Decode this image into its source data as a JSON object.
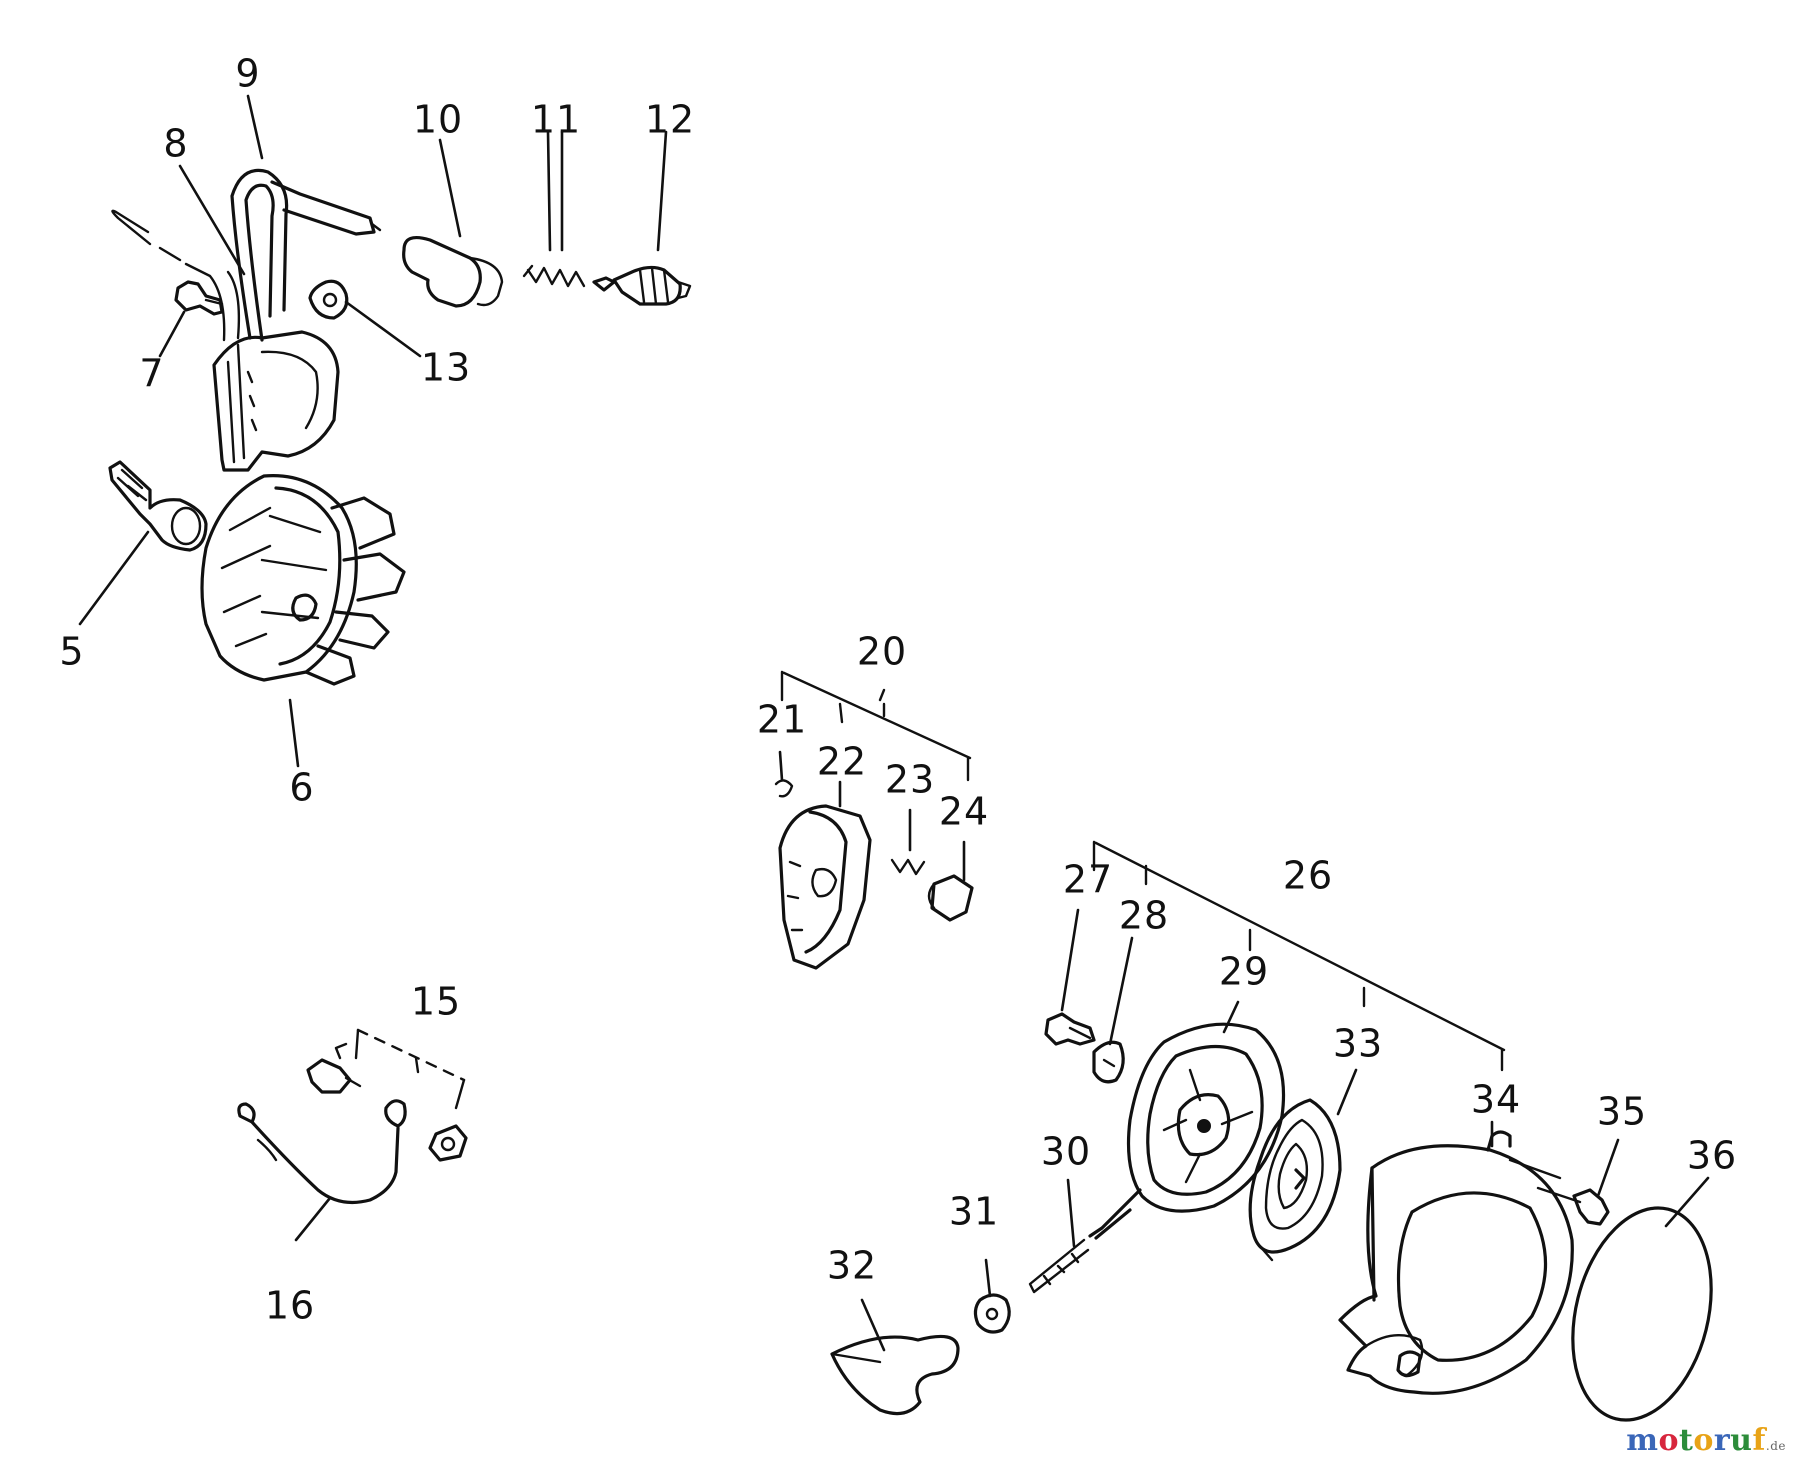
{
  "parts": [
    {
      "id": "p5",
      "number": "5"
    },
    {
      "id": "p6",
      "number": "6"
    },
    {
      "id": "p7",
      "number": "7"
    },
    {
      "id": "p8",
      "number": "8"
    },
    {
      "id": "p9",
      "number": "9"
    },
    {
      "id": "p10",
      "number": "10"
    },
    {
      "id": "p11",
      "number": "11"
    },
    {
      "id": "p12",
      "number": "12"
    },
    {
      "id": "p13",
      "number": "13"
    },
    {
      "id": "p15",
      "number": "15"
    },
    {
      "id": "p16",
      "number": "16"
    },
    {
      "id": "p20",
      "number": "20"
    },
    {
      "id": "p21",
      "number": "21"
    },
    {
      "id": "p22",
      "number": "22"
    },
    {
      "id": "p23",
      "number": "23"
    },
    {
      "id": "p24",
      "number": "24"
    },
    {
      "id": "p26",
      "number": "26"
    },
    {
      "id": "p27",
      "number": "27"
    },
    {
      "id": "p28",
      "number": "28"
    },
    {
      "id": "p29",
      "number": "29"
    },
    {
      "id": "p30",
      "number": "30"
    },
    {
      "id": "p31",
      "number": "31"
    },
    {
      "id": "p32",
      "number": "32"
    },
    {
      "id": "p33",
      "number": "33"
    },
    {
      "id": "p34",
      "number": "34"
    },
    {
      "id": "p35",
      "number": "35"
    },
    {
      "id": "p36",
      "number": "36"
    }
  ],
  "watermark": {
    "brand": "motoruf",
    "suffix": ".de"
  },
  "colors": {
    "line": "#111111",
    "background": "#ffffff",
    "wm_blue": "#3a66b8",
    "wm_red": "#d7263d",
    "wm_green": "#2c8c3a",
    "wm_yellow": "#e8a317"
  }
}
